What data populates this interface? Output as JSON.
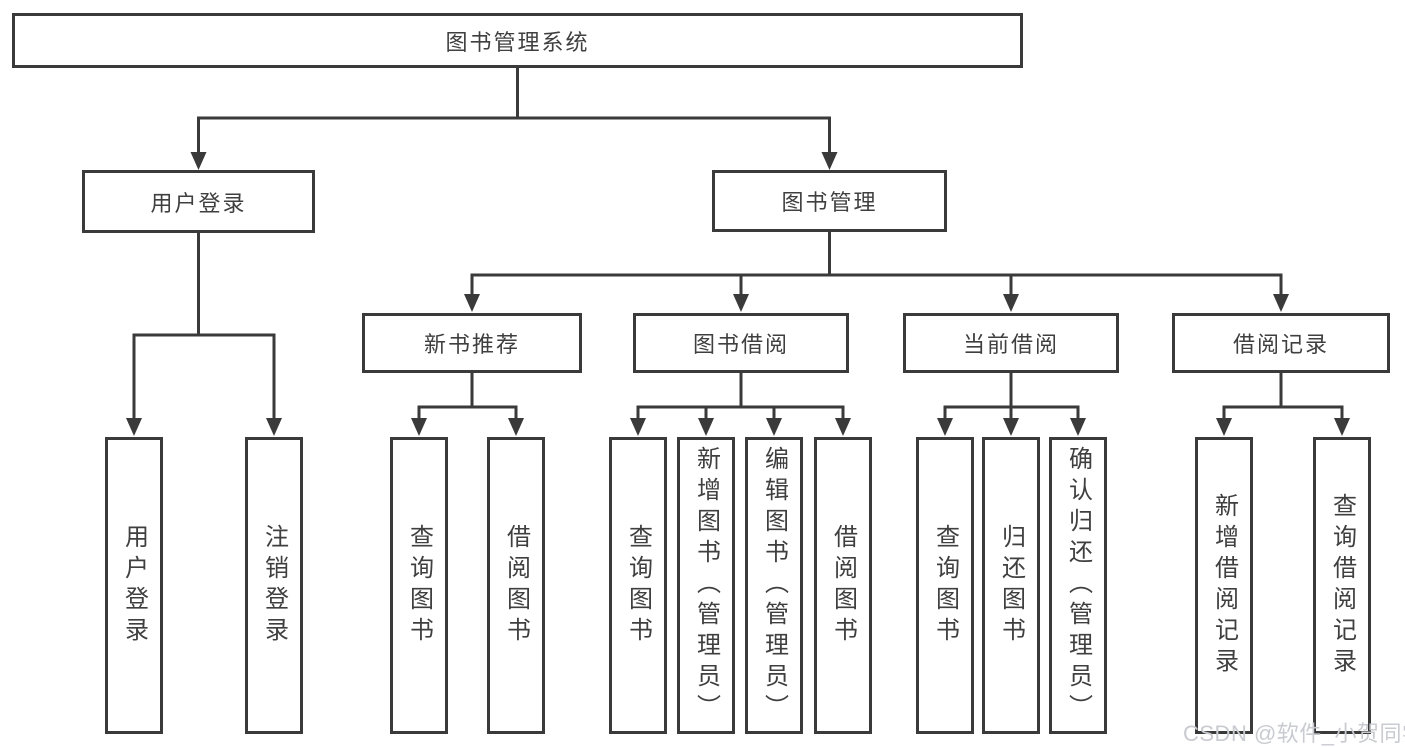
{
  "tree": {
    "root": {
      "label": "图书管理系统"
    },
    "level2": [
      {
        "label": "用户登录",
        "children": [
          {
            "label": "用户登录"
          },
          {
            "label": "注销登录"
          }
        ]
      },
      {
        "label": "图书管理",
        "sections": [
          {
            "label": "新书推荐",
            "children": [
              {
                "label": "查询图书"
              },
              {
                "label": "借阅图书"
              }
            ]
          },
          {
            "label": "图书借阅",
            "children": [
              {
                "label": "查询图书"
              },
              {
                "label": "新增图书（管理员）"
              },
              {
                "label": "编辑图书（管理员）"
              },
              {
                "label": "借阅图书"
              }
            ]
          },
          {
            "label": "当前借阅",
            "children": [
              {
                "label": "查询图书"
              },
              {
                "label": "归还图书"
              },
              {
                "label": "确认归还（管理员）"
              }
            ]
          },
          {
            "label": "借阅记录",
            "children": [
              {
                "label": "新增借阅记录"
              },
              {
                "label": "查询借阅记录"
              }
            ]
          }
        ]
      }
    ]
  },
  "watermark": {
    "text": "CSDN @软件_小贺同学"
  },
  "colors": {
    "line": "#3a3a3a",
    "text": "#3f3f3f",
    "background": "#ffffff",
    "watermark": "#c9cbd1"
  }
}
